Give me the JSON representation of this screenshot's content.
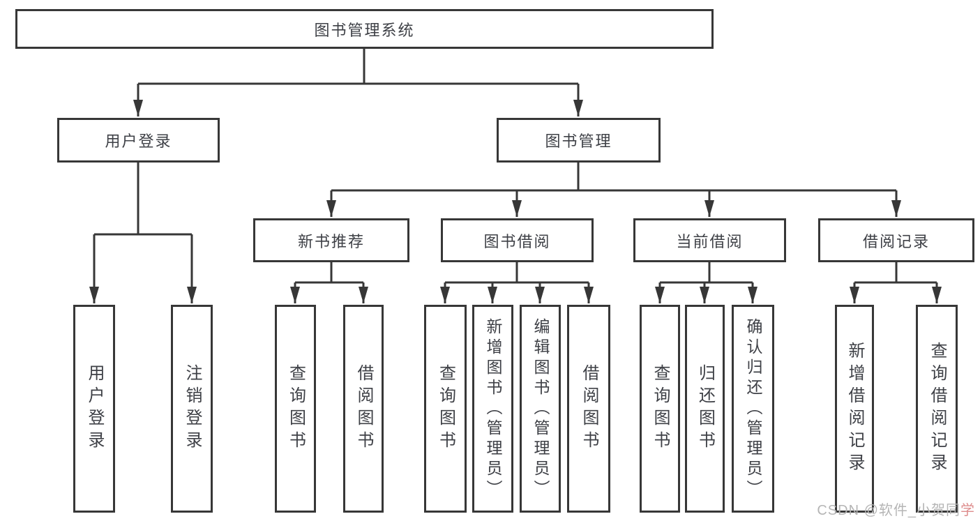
{
  "tree": {
    "root": {
      "label": "图书管理系统"
    },
    "level2": [
      {
        "label": "用户登录",
        "children": [
          {
            "label": "用户登录"
          },
          {
            "label": "注销登录"
          }
        ]
      },
      {
        "label": "图书管理",
        "children": [
          {
            "label": "新书推荐",
            "children": [
              {
                "label": "查询图书"
              },
              {
                "label": "借阅图书"
              }
            ]
          },
          {
            "label": "图书借阅",
            "children": [
              {
                "label": "查询图书"
              },
              {
                "label": "新增图书（管理员）"
              },
              {
                "label": "编辑图书（管理员）"
              },
              {
                "label": "借阅图书"
              }
            ]
          },
          {
            "label": "当前借阅",
            "children": [
              {
                "label": "查询图书"
              },
              {
                "label": "归还图书"
              },
              {
                "label": "确认归还（管理员）"
              }
            ]
          },
          {
            "label": "借阅记录",
            "children": [
              {
                "label": "新增借阅记录"
              },
              {
                "label": "查询借阅记录"
              }
            ]
          }
        ]
      }
    ]
  },
  "watermark": {
    "main": "CSDN @软件_小贺同",
    "accent": "学"
  },
  "colors": {
    "line": "#373737",
    "box_border": "#373737",
    "box_fill": "#ffffff",
    "text": "#3e4046",
    "background": "#ffffff",
    "watermark": "#b5b5b5",
    "watermark_accent": "#de8d8d"
  }
}
